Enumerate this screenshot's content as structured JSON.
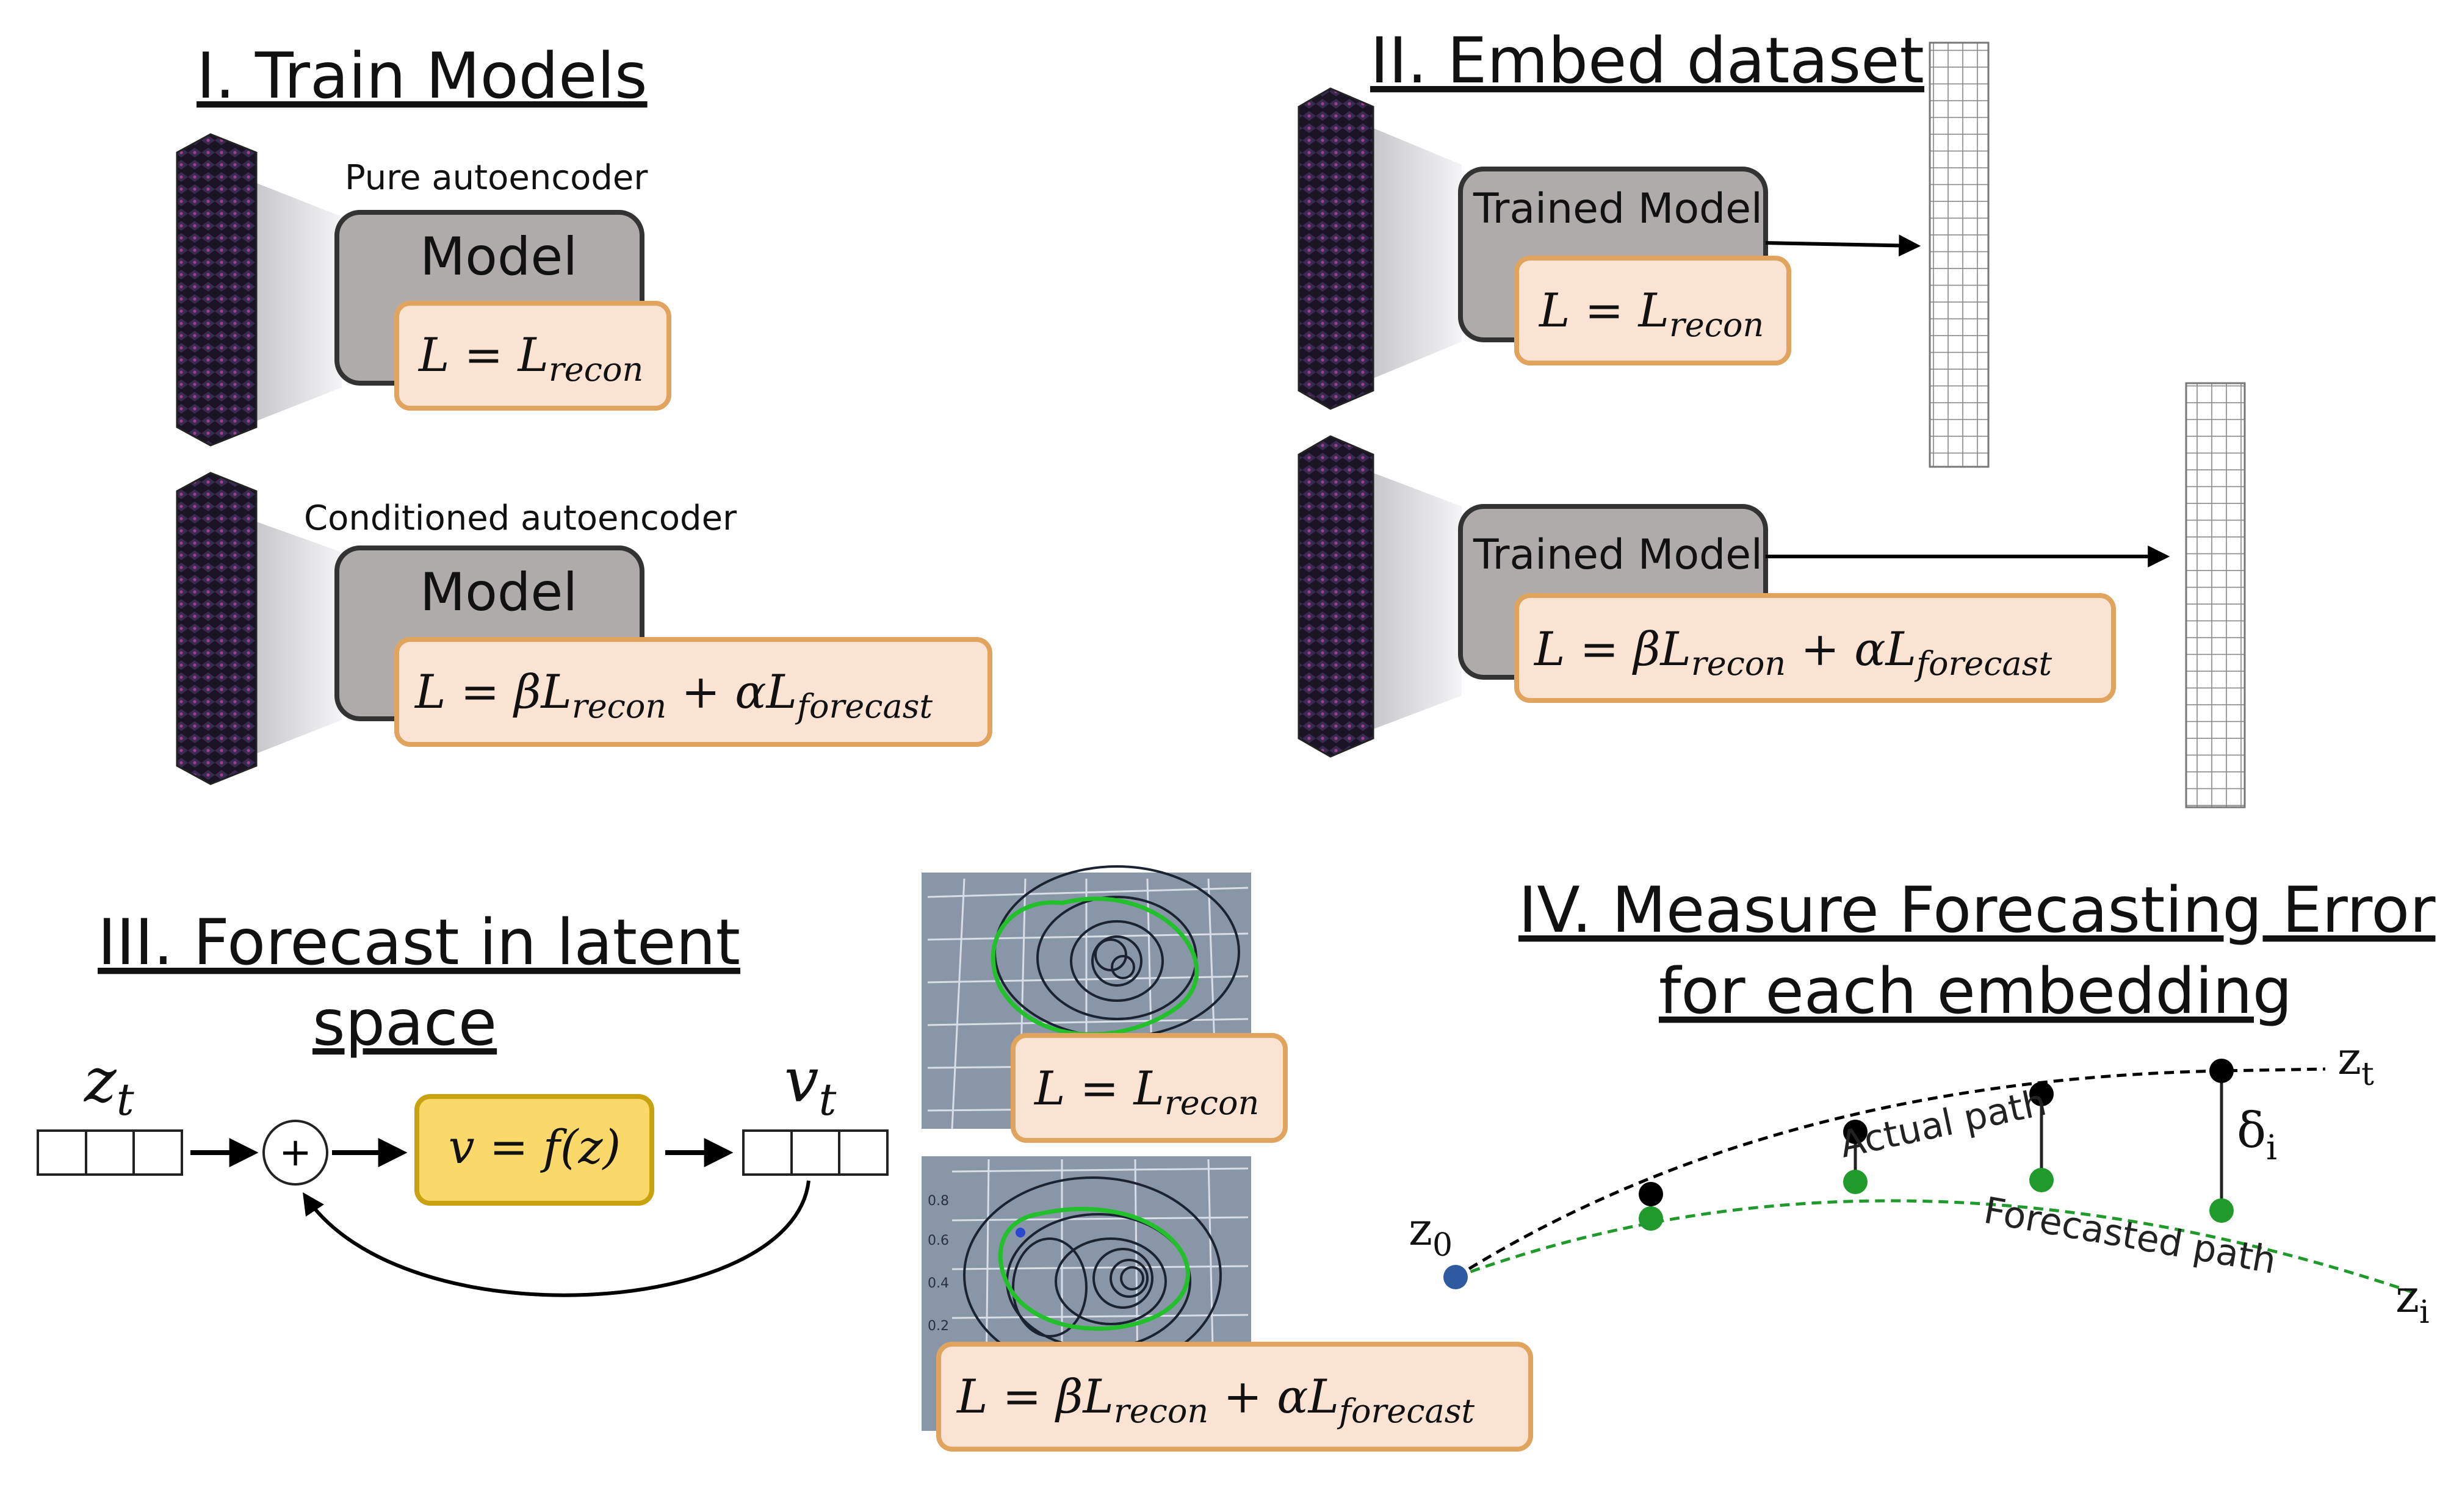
{
  "section1": {
    "heading": "I. Train Models",
    "pure": {
      "caption": "Pure autoencoder",
      "model_label": "Model",
      "loss": {
        "L": "L",
        "eq": " = ",
        "main": "L",
        "sub": "recon"
      }
    },
    "conditioned": {
      "caption": "Conditioned autoencoder",
      "model_label": "Model",
      "loss": {
        "L": "L",
        "eq": " = ",
        "beta": "βL",
        "beta_sub": "recon",
        "plus": " + ",
        "alpha": "αL",
        "alpha_sub": "forecast"
      }
    }
  },
  "section2": {
    "heading": "II. Embed dataset",
    "top": {
      "model_label": "Trained Model",
      "loss": {
        "L": "L",
        "eq": " = ",
        "main": "L",
        "sub": "recon"
      }
    },
    "bottom": {
      "model_label": "Trained Model",
      "loss": {
        "L": "L",
        "eq": " = ",
        "beta": "βL",
        "beta_sub": "recon",
        "plus": " + ",
        "alpha": "αL",
        "alpha_sub": "forecast"
      }
    }
  },
  "section3": {
    "heading_line1": "III. Forecast in latent",
    "heading_line2": "space",
    "z_t": {
      "base": "z",
      "sub": "t"
    },
    "v_t": {
      "base": "v",
      "sub": "t"
    },
    "adder": "+",
    "function": "v = f(z)",
    "plot_loss_top": {
      "L": "L",
      "eq": " = ",
      "main": "L",
      "sub": "recon"
    },
    "plot_loss_bottom": {
      "L": "L",
      "eq": " = ",
      "beta": "βL",
      "beta_sub": "recon",
      "plus": " + ",
      "alpha": "αL",
      "alpha_sub": "forecast"
    },
    "plot_axis_ticks": [
      "0.8",
      "0.6",
      "0.4",
      "0.2"
    ]
  },
  "section4": {
    "heading_line1": "IV. Measure Forecasting Error",
    "heading_line2": "for each embedding",
    "actual_label": "Actual path",
    "forecast_label": "Forecasted path",
    "z0": {
      "base": "z",
      "sub": "0"
    },
    "zt": {
      "base": "z",
      "sub": "t"
    },
    "zi": {
      "base": "z",
      "sub": "i"
    },
    "delta": {
      "base": "δ",
      "sub": "i"
    }
  },
  "colors": {
    "model_box": "#b0abab",
    "loss_fill": "#fbe3d3",
    "loss_border": "#e0a45e",
    "func_fill": "#fad86a",
    "func_border": "#c9a20f",
    "actual_path": "#000000",
    "forecast_path": "#1f9a2b",
    "start_point": "#2f5aa0",
    "plot_bg": "#8896a8"
  }
}
